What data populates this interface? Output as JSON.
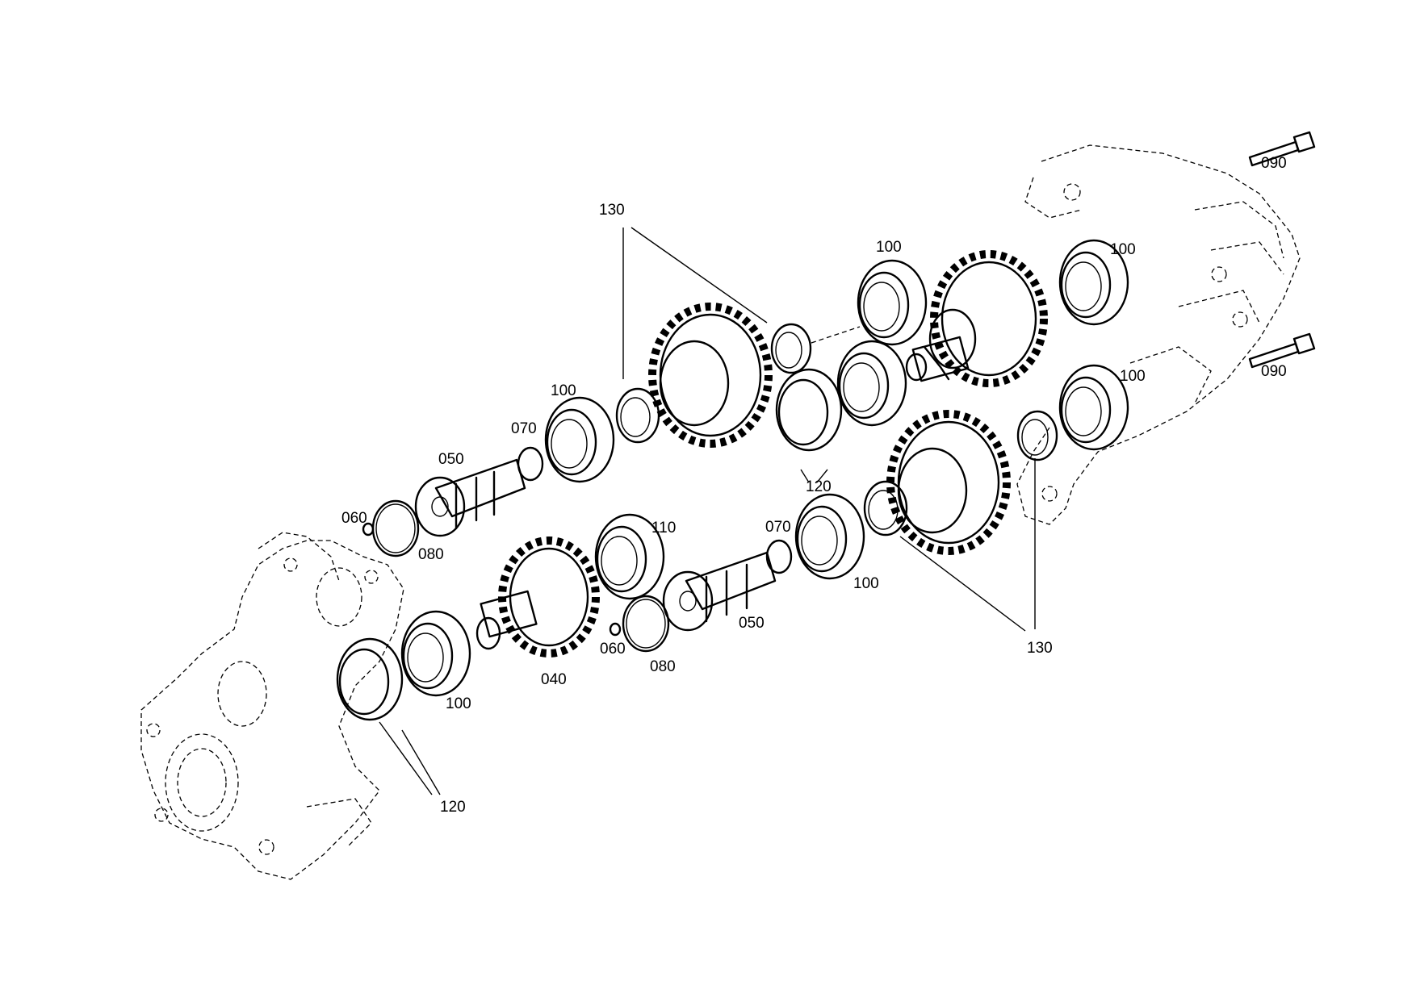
{
  "callouts": {
    "c130_top": "130",
    "c100_top_mid": "100",
    "c100_top_right": "100",
    "c090_top": "090",
    "c090_mid": "090",
    "c100_right": "100",
    "c100_left_upper": "100",
    "c070_upper": "070",
    "c050_upper": "050",
    "c060_upper": "060",
    "c080_upper": "080",
    "c120_mid": "120",
    "c110": "110",
    "c070_lower": "070",
    "c100_lower_mid": "100",
    "c050_lower": "050",
    "c060_lower": "060",
    "c080_lower": "080",
    "c130_bottom": "130",
    "c040": "040",
    "c100_lower_left": "100",
    "c120_bottom": "120"
  }
}
